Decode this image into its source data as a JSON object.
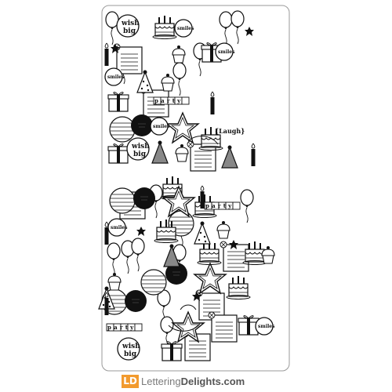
{
  "sheet_labels": {
    "wish": "wish",
    "big": "big",
    "smiles": "smiles",
    "party": "party",
    "laugh": "{Laugh}"
  },
  "footer": {
    "logo_mark": "LD",
    "site_part1": "Lettering",
    "site_part2": "Delights.com"
  },
  "colors": {
    "brand": "#f29a2e",
    "ink": "#111111",
    "border": "#9a9a9a"
  }
}
